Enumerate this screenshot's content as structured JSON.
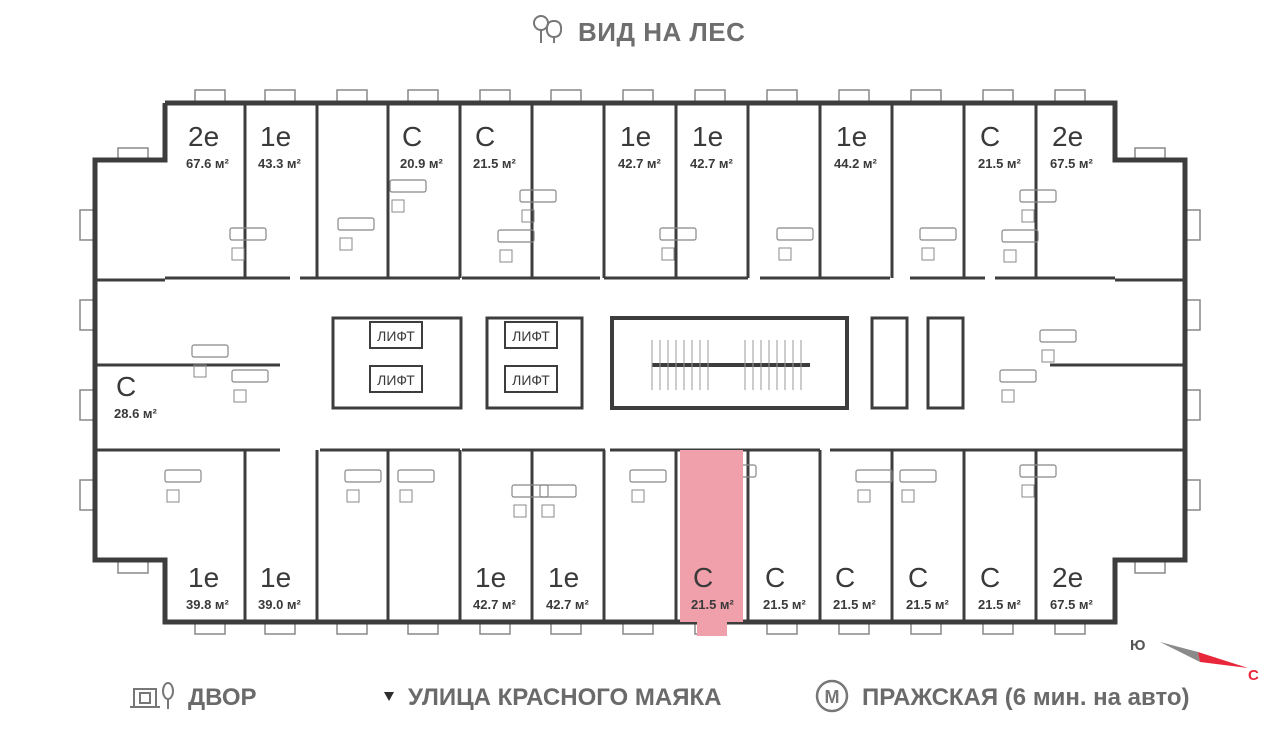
{
  "header": {
    "view_label": "ВИД НА ЛЕС",
    "view_icon": "trees-icon"
  },
  "units_top": [
    {
      "type": "2е",
      "area": "67.6 м²"
    },
    {
      "type": "1е",
      "area": "43.3 м²"
    },
    {
      "type": "С",
      "area": "20.9 м²"
    },
    {
      "type": "С",
      "area": "21.5 м²"
    },
    {
      "type": "1е",
      "area": "42.7 м²"
    },
    {
      "type": "1е",
      "area": "42.7 м²"
    },
    {
      "type": "1е",
      "area": "44.2 м²"
    },
    {
      "type": "С",
      "area": "21.5 м²"
    },
    {
      "type": "2е",
      "area": "67.5 м²"
    }
  ],
  "unit_side": {
    "type": "С",
    "area": "28.6 м²"
  },
  "units_bottom": [
    {
      "type": "1е",
      "area": "39.8 м²"
    },
    {
      "type": "1е",
      "area": "39.0 м²"
    },
    {
      "type": "1е",
      "area": "42.7 м²"
    },
    {
      "type": "1е",
      "area": "42.7 м²"
    },
    {
      "type": "С",
      "area": "21.5 м²",
      "highlighted": true
    },
    {
      "type": "С",
      "area": "21.5 м²"
    },
    {
      "type": "С",
      "area": "21.5 м²"
    },
    {
      "type": "С",
      "area": "21.5 м²"
    },
    {
      "type": "С",
      "area": "21.5 м²"
    },
    {
      "type": "2е",
      "area": "67.5 м²"
    }
  ],
  "elevators": [
    "ЛИФТ",
    "ЛИФТ",
    "ЛИФТ",
    "ЛИФТ"
  ],
  "legend": {
    "yard_label": "ДВОР",
    "yard_icon": "playground-icon",
    "street_label": "УЛИЦА КРАСНОГО МАЯКА",
    "street_icon": "triangle-down-icon",
    "metro_label": "ПРАЖСКАЯ (6 мин. на авто)",
    "metro_icon": "metro-icon",
    "metro_letter": "М"
  },
  "compass": {
    "south": "Ю",
    "north": "С"
  },
  "colors": {
    "highlight": "#f0a0aa",
    "highlight_line": "#e8424f",
    "wall": "#3d3d3d",
    "text": "#3a3a3a",
    "label_gray": "#6e6e6e",
    "compass_red": "#e8283a"
  }
}
